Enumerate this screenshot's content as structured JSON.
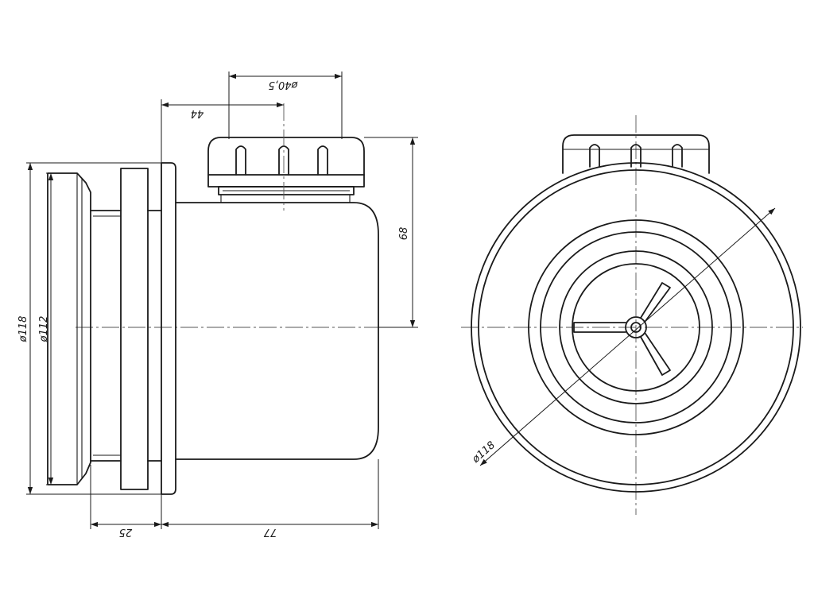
{
  "drawing": {
    "side_view": {
      "dimensions": {
        "flange_outer_diameter": "ø118",
        "flange_inner_diameter": "ø112",
        "nut_diameter": "ø40,5",
        "nozzle_offset": "44",
        "nozzle_height": "68",
        "flange_length": "25",
        "body_length": "77"
      }
    },
    "front_view": {
      "dimensions": {
        "outer_diameter": "ø118"
      }
    },
    "colors": {
      "line": "#1a1a1a",
      "centerline": "#555555",
      "background": "#ffffff"
    }
  }
}
